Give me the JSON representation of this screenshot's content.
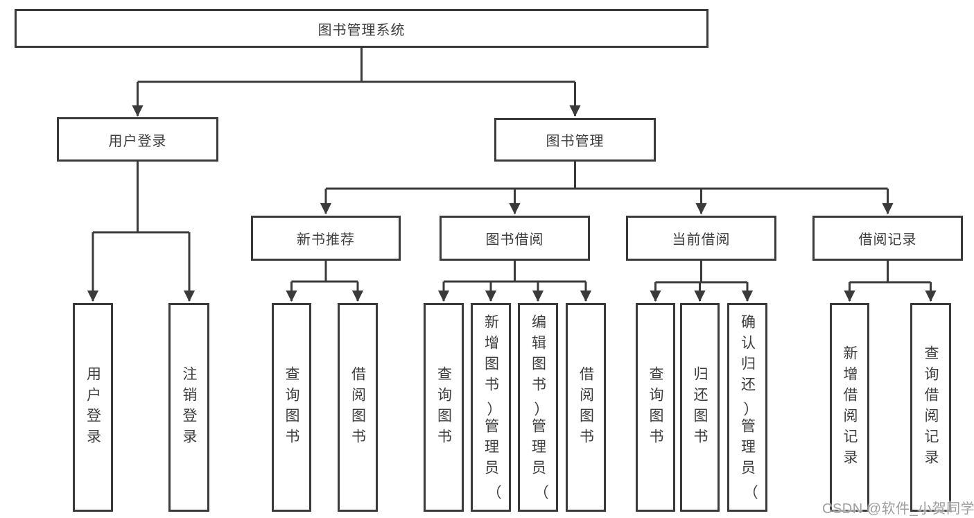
{
  "diagram": {
    "root": {
      "label": "图书管理系统"
    },
    "level2": [
      {
        "label": "用户登录"
      },
      {
        "label": "图书管理"
      }
    ],
    "level3": [
      {
        "label": "新书推荐"
      },
      {
        "label": "图书借阅"
      },
      {
        "label": "当前借阅"
      },
      {
        "label": "借阅记录"
      }
    ],
    "leaves": {
      "user_login": [
        "用户登录",
        "注销登录"
      ],
      "new_book_recommend": [
        "查询图书",
        "借阅图书"
      ],
      "book_borrowing": [
        "查询图书",
        "新增图书（管理员）",
        "编辑图书（管理员）",
        "借阅图书"
      ],
      "current_borrowing": [
        "查询图书",
        "归还图书",
        "确认归还（管理员）"
      ],
      "borrowing_records": [
        "新增借阅记录",
        "查询借阅记录"
      ]
    },
    "colors": {
      "line": "#3a3a3a",
      "text": "#3d3d3d",
      "watermark": "#9e9e9e",
      "background": "#ffffff"
    }
  },
  "watermark": {
    "text": "CSDN @软件_小贺同学"
  }
}
